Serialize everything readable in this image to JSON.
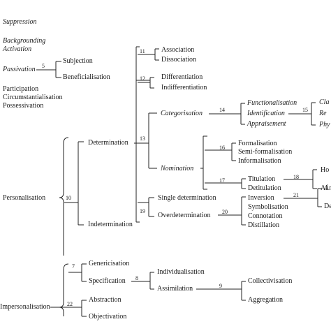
{
  "left_column": {
    "suppression": "Suppression",
    "backgrounding": "Backgrounding",
    "activation": "Activation",
    "passivation": "Passivation",
    "participation": "Participation",
    "circumstantialisation": "Circumstantialisation",
    "possessivation": "Possessivation",
    "personalisation": "Personalisation",
    "impersonalisation": "Impersonalisation"
  },
  "passivation_branch": {
    "number": "5",
    "subjection": "Subjection",
    "beneficialisation": "Beneficialisation"
  },
  "personalisation_branch": {
    "number": "10",
    "determination": "Determination",
    "indetermination": "Indetermination",
    "determination_number": "13"
  },
  "association_group": {
    "number": "11",
    "association": "Association",
    "dissociation": "Dissociation"
  },
  "differentiation_group": {
    "number": "12",
    "differentiation": "Differentiation",
    "indifferentiation": "Indifferentiation"
  },
  "categorisation_group": {
    "categorisation": "Categorisation",
    "number": "14",
    "functionalisation": "Functionalisation",
    "identification": "Identification",
    "appraisement": "Appraisement",
    "identification_number": "15",
    "classification": "Cla",
    "relational": "Re",
    "physical": "Phy"
  },
  "nomination_group": {
    "nomination": "Nomination",
    "formal_number": "16",
    "formalisation": "Formalisation",
    "semi_formalisation": "Semi-formalisation",
    "informalisation": "Informalisation",
    "titulation_number": "17",
    "titulation": "Titulation",
    "detitulation": "Detitulation",
    "titulation_sub_number": "18",
    "honorification": "Ho",
    "affiliation": "Af"
  },
  "determination_group": {
    "number": "19",
    "single_determination": "Single determination",
    "overdetermination": "Overdetermination",
    "over_number": "20",
    "inversion": "Inversion",
    "symbolisation": "Symbolisation",
    "connotation": "Connotation",
    "distillation": "Distillation",
    "inversion_number": "21",
    "anachronism": "Ana",
    "deviation": "De"
  },
  "genericisation_group": {
    "number": "7",
    "genericisation": "Genericisation",
    "specification": "Specification",
    "spec_number": "8",
    "individualisation": "Individualisation",
    "assimilation": "Assimilation",
    "assim_number": "9",
    "collectivisation": "Collectivisation",
    "aggregation": "Aggregation"
  },
  "impersonalisation_group": {
    "number": "22",
    "abstraction": "Abstraction",
    "objectivation": "Objectivation"
  }
}
